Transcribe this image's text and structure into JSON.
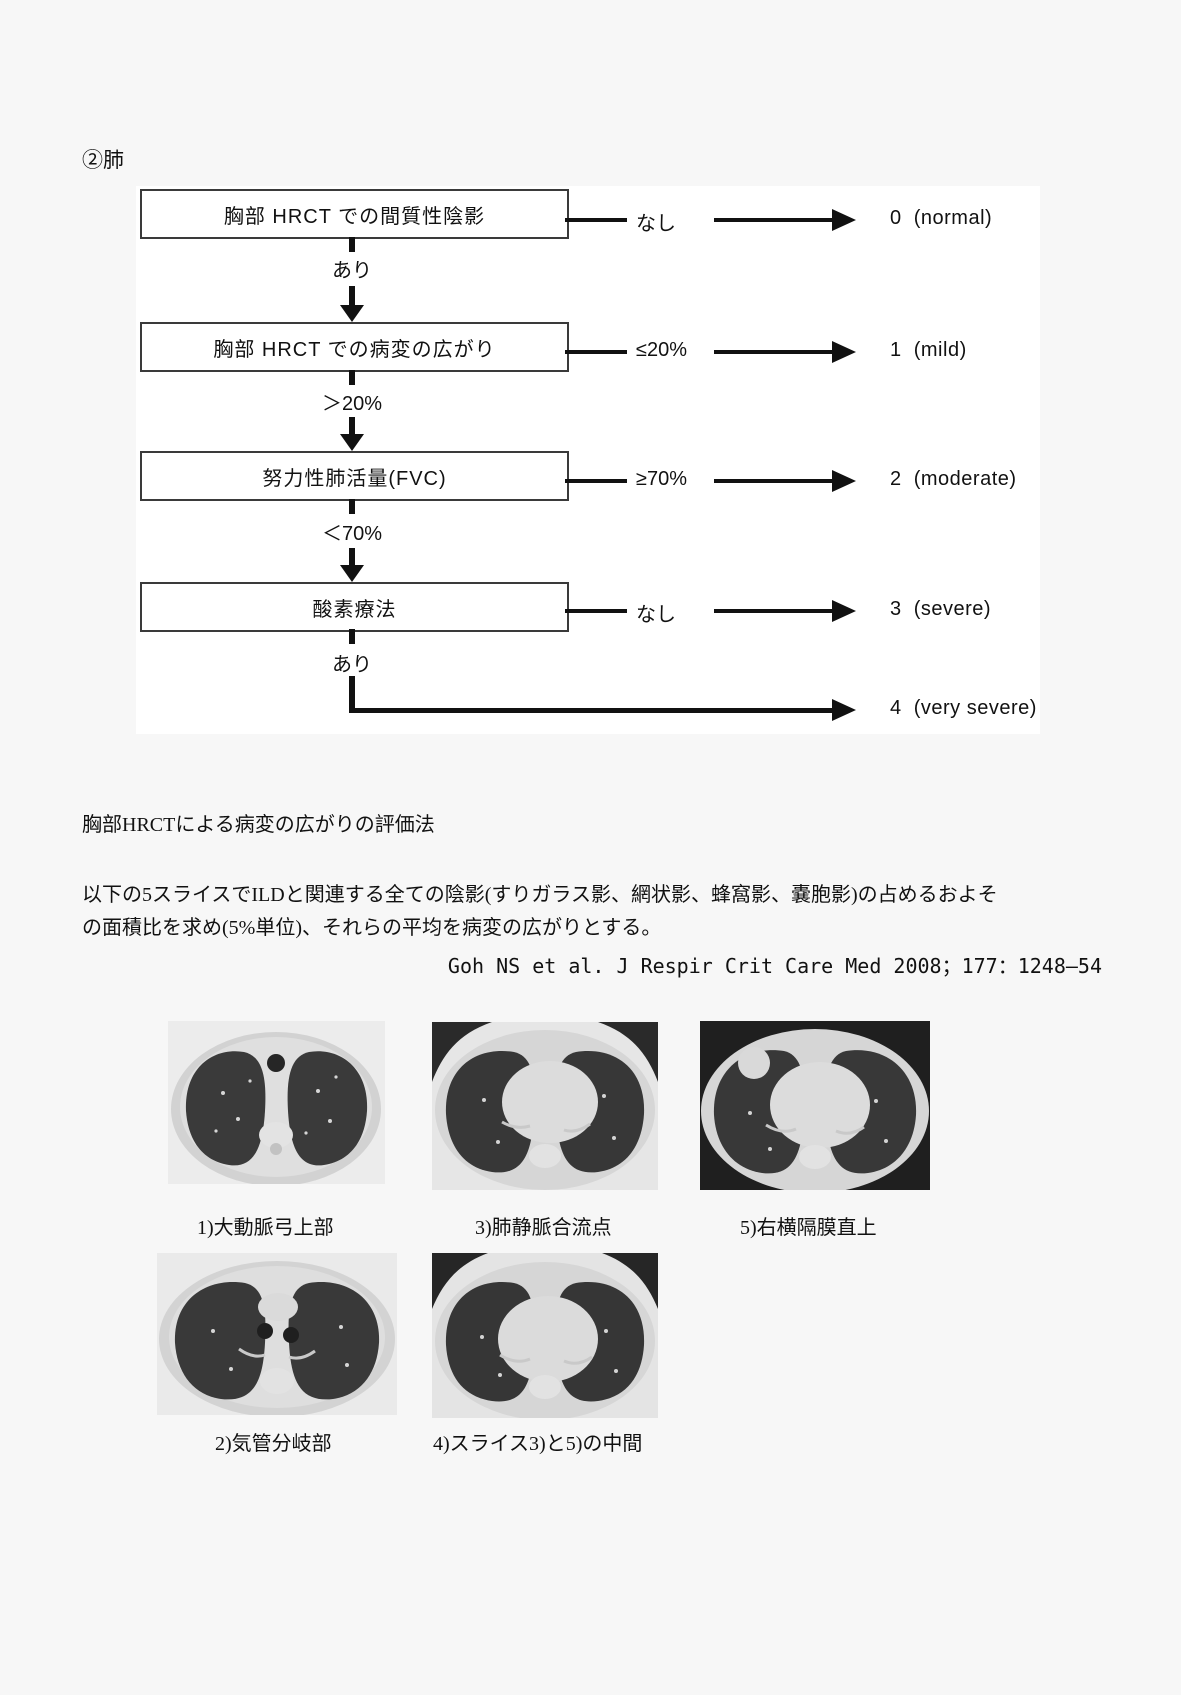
{
  "page": {
    "section_label": "②肺",
    "method_heading": "胸部HRCTによる病変の広がりの評価法",
    "paragraph_line1": "以下の5スライスでILDと関連する全ての陰影(すりガラス影、網状影、蜂窩影、嚢胞影)の占めるおよそ",
    "paragraph_line2": "の面積比を求め(5%単位)、それらの平均を病変の広がりとする。",
    "citation": "Goh NS et al. J Respir Crit Care Med 2008；177：1248—54"
  },
  "flowchart": {
    "steps": [
      {
        "box": "胸部 HRCT での間質性陰影",
        "branch": "なし",
        "result": "0  (normal)",
        "below": "あり"
      },
      {
        "box": "胸部 HRCT での病変の広がり",
        "branch": "≤20%",
        "result": "1  (mild)",
        "below": "＞20%"
      },
      {
        "box": "努力性肺活量(FVC)",
        "branch": "≥70%",
        "result": "2  (moderate)",
        "below": "＜70%"
      },
      {
        "box": "酸素療法",
        "branch": "なし",
        "result": "3  (severe)",
        "below": "あり"
      }
    ],
    "final_result": "4  (very severe)"
  },
  "ct_slices": [
    {
      "label": "1)大動脈弓上部"
    },
    {
      "label": "3)肺静脈合流点"
    },
    {
      "label": "5)右横隔膜直上"
    },
    {
      "label": "2)気管分岐部"
    },
    {
      "label": "4)スライス3)と5)の中間"
    }
  ]
}
